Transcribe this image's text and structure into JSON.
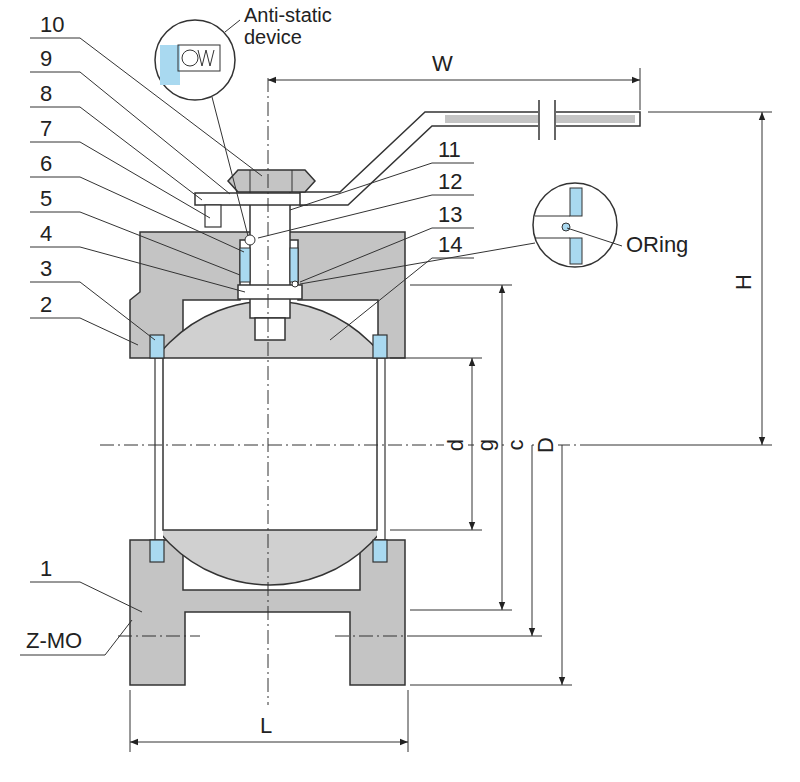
{
  "diagram": {
    "labels": [
      "10",
      "9",
      "8",
      "7",
      "6",
      "5",
      "4",
      "3",
      "2",
      "1",
      "11",
      "12",
      "13",
      "14",
      "Anti-static device",
      "ORing",
      "W",
      "H",
      "d",
      "g",
      "c",
      "D",
      "L",
      "Z-MO"
    ]
  }
}
